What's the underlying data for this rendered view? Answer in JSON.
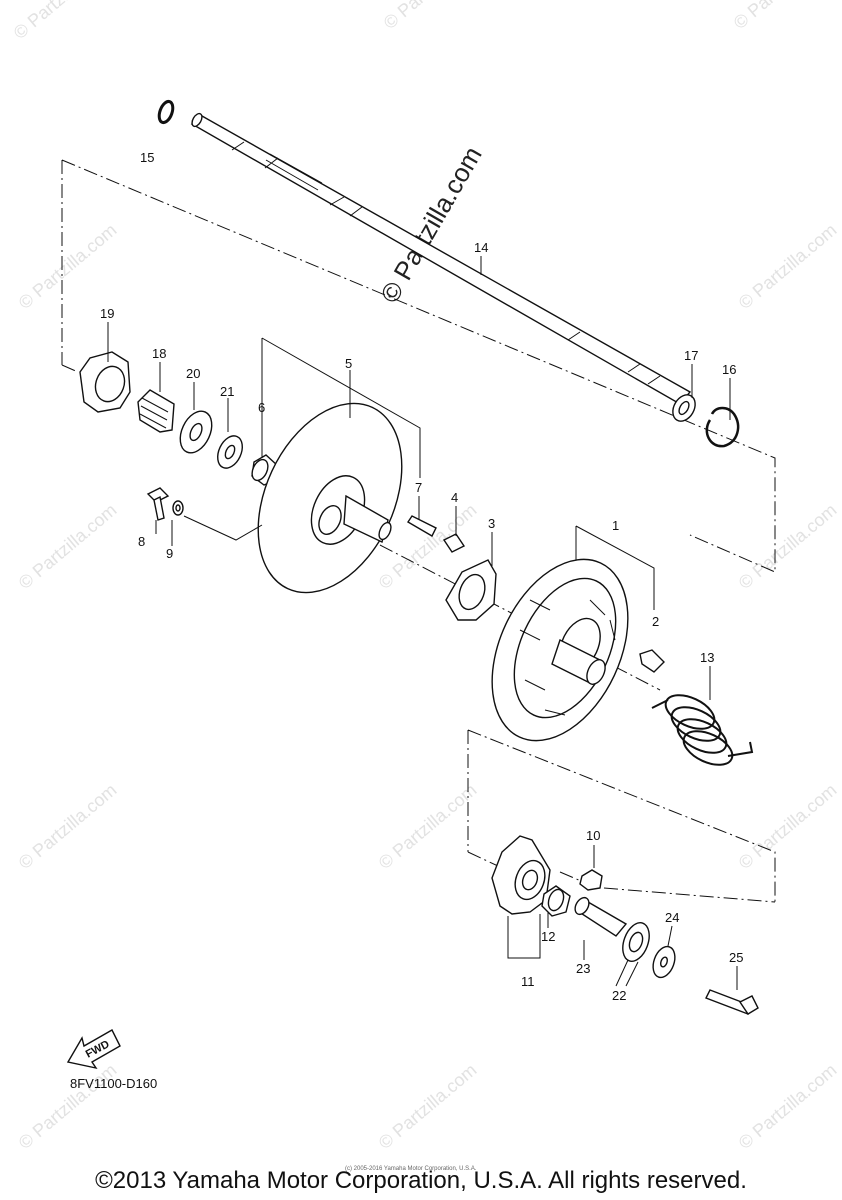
{
  "watermark": {
    "main_text": "© Partzilla.com",
    "repeat_text": "© Partzilla.com"
  },
  "labels": {
    "p1": "1",
    "p2": "2",
    "p3": "3",
    "p4": "4",
    "p5": "5",
    "p6": "6",
    "p7": "7",
    "p8": "8",
    "p9": "9",
    "p10": "10",
    "p11": "11",
    "p12": "12",
    "p13": "13",
    "p14": "14",
    "p15": "15",
    "p16": "16",
    "p17": "17",
    "p18": "18",
    "p19": "19",
    "p20": "20",
    "p21": "21",
    "p22": "22",
    "p23": "23",
    "p24": "24",
    "p25": "25"
  },
  "fwd_label": "FWD",
  "diagram_code": "8FV1100-D160",
  "small_copyright": "(c) 2005-2016 Yamaha Motor Corporation, U.S.A.",
  "copyright": "©2013 Yamaha Motor Corporation, U.S.A. All rights reserved."
}
